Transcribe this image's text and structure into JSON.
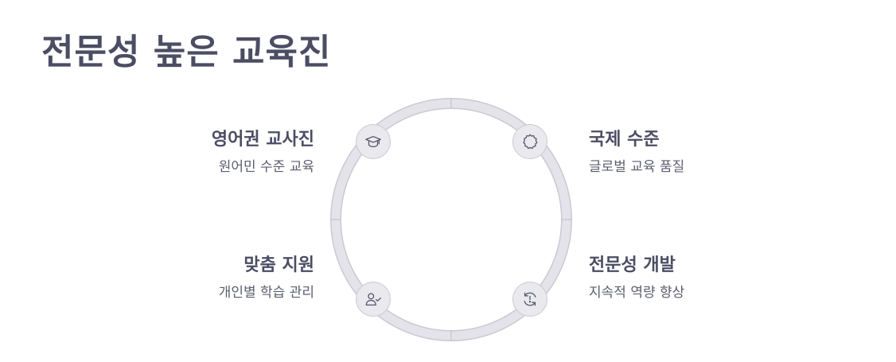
{
  "page": {
    "title": "전문성 높은 교육진"
  },
  "colors": {
    "ring_fill": "#e3e3e9",
    "ring_stroke": "#c9cad3",
    "node_fill": "#e9e9ee",
    "icon": "#55576b",
    "text": "#4b4d63"
  },
  "items": [
    {
      "heading": "영어권 교사진",
      "description": "원어민 수준 교육",
      "icon": "graduation-cap-icon"
    },
    {
      "heading": "국제 수준",
      "description": "글로벌 교육 품질",
      "icon": "badge-seal-icon"
    },
    {
      "heading": "맞춤 지원",
      "description": "개인별 학습 관리",
      "icon": "user-check-icon"
    },
    {
      "heading": "전문성 개발",
      "description": "지속적 역량 향상",
      "icon": "refresh-alert-icon"
    }
  ]
}
